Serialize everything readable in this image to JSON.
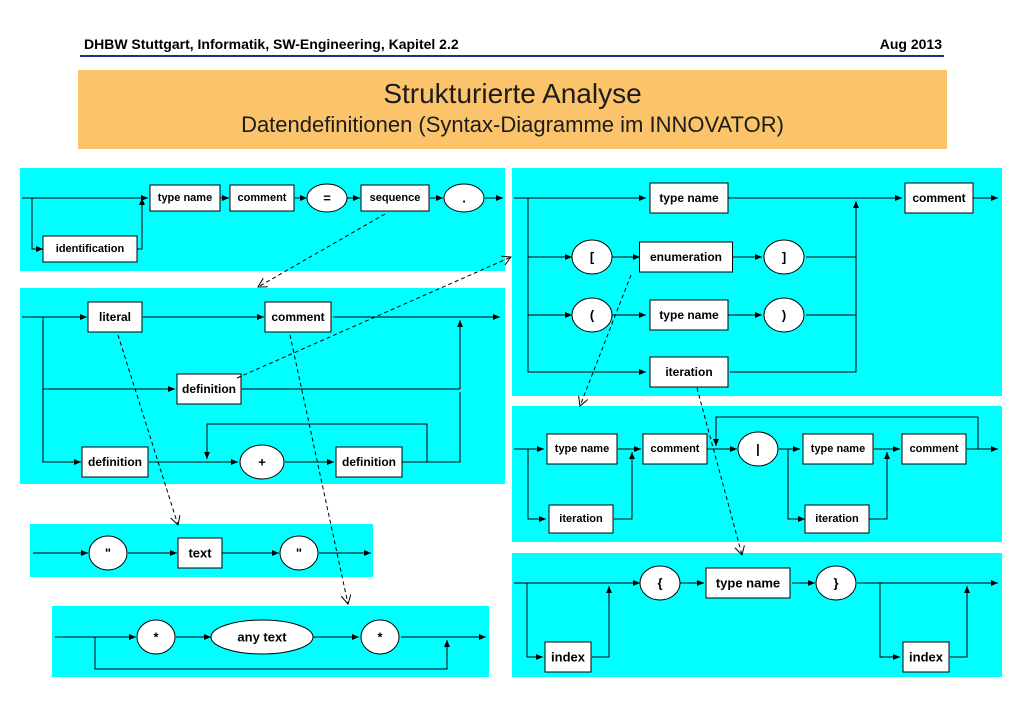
{
  "header": {
    "left": "DHBW Stuttgart, Informatik, SW-Engineering, Kapitel 2.2",
    "right": "Aug 2013"
  },
  "title": "Strukturierte Analyse",
  "subtitle": "Datendefinitionen (Syntax-Diagramme im INNOVATOR)",
  "colors": {
    "panel": "#00ffff",
    "title_bg": "#fbc46a",
    "rule": "#1f2f8f"
  },
  "labels": {
    "type_name": "type name",
    "comment": "comment",
    "equals": "=",
    "sequence": "sequence",
    "dot": ".",
    "identification": "identification",
    "literal": "literal",
    "definition": "definition",
    "plus": "+",
    "enumeration": "enumeration",
    "lbracket": "[",
    "rbracket": "]",
    "lparen": "(",
    "rparen": ")",
    "iteration": "iteration",
    "bar": "|",
    "quote": "\"",
    "text": "text",
    "star": "*",
    "any_text": "any text",
    "lbrace": "{",
    "rbrace": "}",
    "index": "index"
  }
}
